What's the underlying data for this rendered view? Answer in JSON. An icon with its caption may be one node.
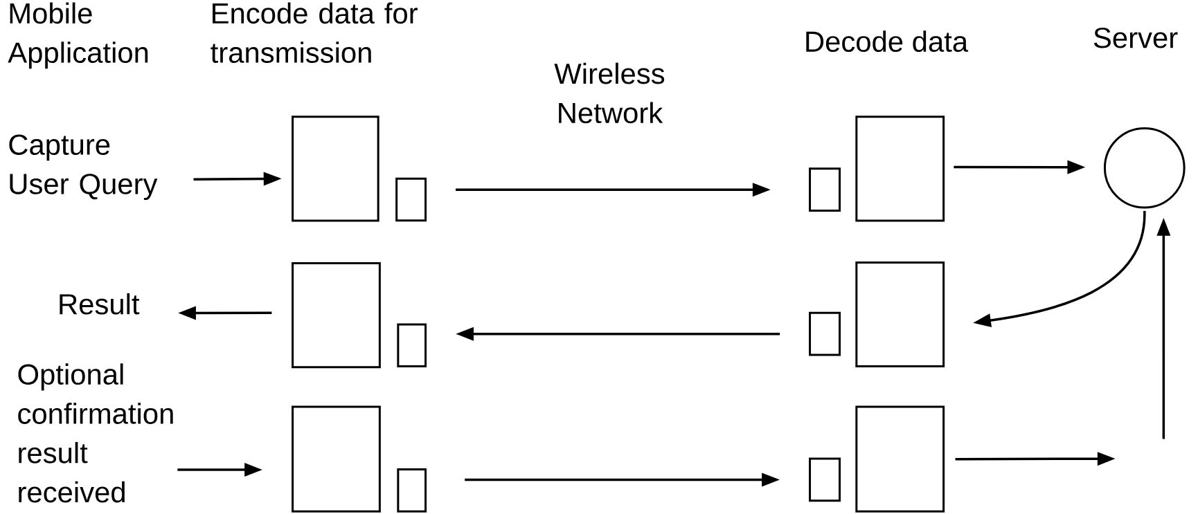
{
  "diagram": {
    "nodes": [
      {
        "text": [
          "Capture User Query"
        ]
      },
      {
        "text": [
          "Result"
        ]
      },
      {
        "text": [
          "Optional confirmation result received"
        ]
      },
      {
        "text": [],
        "shape": "box"
      },
      {
        "text": [],
        "shape": "box"
      },
      {
        "text": [],
        "shape": "box"
      },
      {
        "text": [],
        "shape": "box"
      },
      {
        "text": [],
        "shape": "box"
      },
      {
        "text": [],
        "shape": "box"
      },
      {
        "text": [],
        "shape": "box"
      },
      {
        "text": [],
        "shape": "box"
      },
      {
        "text": [],
        "shape": "box"
      },
      {
        "text": [],
        "shape": "box"
      },
      {
        "text": [],
        "shape": "box"
      },
      {
        "text": [],
        "shape": "box"
      },
      {
        "text": [],
        "shape": "circle"
      }
    ],
    "edges": [
      {
        "from": 0,
        "to": 3,
        "arrow": "to"
      },
      {
        "from": 6,
        "to": 9,
        "arrow": "to"
      },
      {
        "from": 12,
        "to": 15,
        "arrow": "to"
      },
      {
        "from": 15,
        "to": 13,
        "arrow": "to"
      },
      {
        "from": 10,
        "to": 7,
        "arrow": "to"
      },
      {
        "from": 4,
        "to": 1,
        "arrow": "to"
      },
      {
        "from": 2,
        "to": 5,
        "arrow": "to"
      },
      {
        "from": 8,
        "to": 11,
        "arrow": "to"
      },
      {
        "from": 14,
        "to": null,
        "arrow": "to"
      },
      {
        "from": null,
        "to": 15,
        "arrow": "to"
      }
    ],
    "labels": [
      "Mobile Application",
      "Encode data for transmission",
      "Wireless Network",
      "Decode data",
      "Server"
    ]
  }
}
